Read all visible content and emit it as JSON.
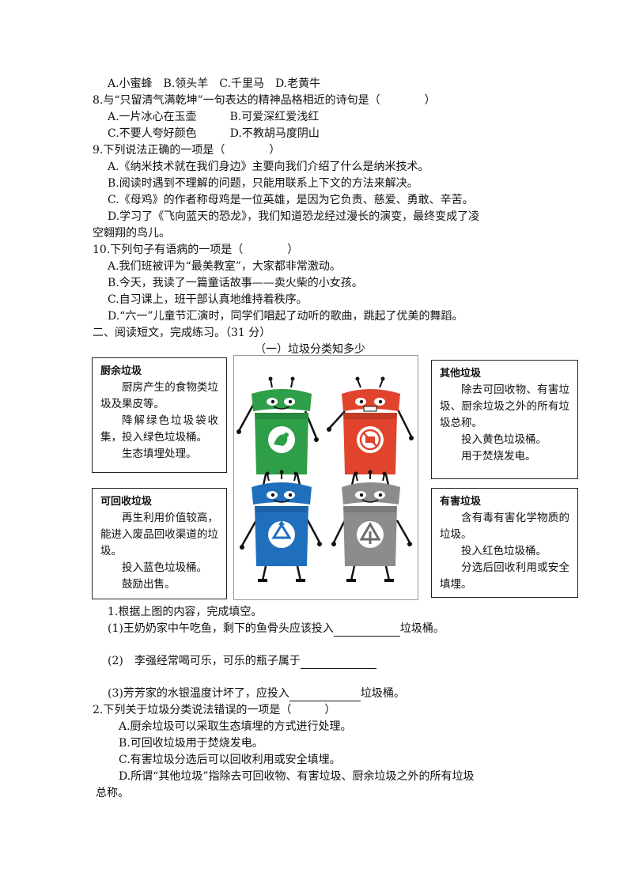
{
  "q7_options": "A.小蜜蜂　B.领头羊　C.千里马　D.老黄牛",
  "q8": {
    "stem": "8.与“只留清气满乾坤”一句表达的精神品格相近的诗句是（　　　　）",
    "options_row1": "A.一片冰心在玉壶　　　B.可爱深红爱浅红",
    "options_row2": "C.不要人夸好颜色　　　D.不教胡马度阴山"
  },
  "q9": {
    "stem": "9.下列说法正确的一项是（　　　　）",
    "a": "A.《纳米技术就在我们身边》主要向我们介绍了什么是纳米技术。",
    "b": "B.阅读时遇到不理解的问题，只能用联系上下文的方法来解决。",
    "c": "C.《母鸡》的作者称母鸡是一位英雄，是因为它负责、慈爱、勇敢、辛苦。",
    "d1": "D.学习了《飞向蓝天的恐龙》，我们知道恐龙经过漫长的演变，最终变成了凌",
    "d2": "空翱翔的鸟儿。"
  },
  "q10": {
    "stem": "10.下列句子有语病的一项是（　　　　）",
    "a": "A.我们班被评为“最美教室”，大家都非常激动。",
    "b": "B.今天，我读了一篇童话故事——卖火柴的小女孩。",
    "c": "C.自习课上，班干部认真地维持着秩序。",
    "d": "D.“六一”儿童节汇演时，同学们唱起了动听的歌曲，跳起了优美的舞蹈。"
  },
  "section2_title": "二、阅读短文，完成练习。（31 分）",
  "passage_title": "（一）垃圾分类知多少",
  "boxes": {
    "kitchen": {
      "title": "厨余垃圾",
      "lines": [
        "厨房产生的食物类垃圾及果皮等。",
        "降解绿色垃圾袋收集，投入绿色垃圾桶。",
        "生态填埋处理。"
      ]
    },
    "other": {
      "title": "其他垃圾",
      "lines": [
        "除去可回收物、有害垃圾、厨余垃圾之外的所有垃圾总称。",
        "投入黄色垃圾桶。",
        "用于焚烧发电。"
      ]
    },
    "recyclable": {
      "title": "可回收垃圾",
      "lines": [
        "再生利用价值较高，能进入废品回收渠道的垃圾。",
        "投入蓝色垃圾桶。",
        "鼓励出售。"
      ]
    },
    "hazardous": {
      "title": "有害垃圾",
      "lines": [
        "含有毒有害化学物质的垃圾。",
        "投入红色垃圾桶。",
        "分选后回收利用或安全填埋。"
      ]
    }
  },
  "bins": {
    "green": "#2e9e48",
    "red": "#e0442c",
    "blue": "#1f6fbd",
    "gray": "#8c8c8c",
    "icons": [
      "kitchen-waste-icon",
      "hazardous-waste-icon",
      "recycle-icon",
      "other-waste-icon"
    ]
  },
  "sub1": {
    "stem": "1.根据上图的内容，完成填空。",
    "p1_before": "(1)王奶奶家中午吃鱼，剩下的鱼骨头应该投入",
    "p1_after": "垃圾桶。",
    "p2_before": "(2)　李强经常喝可乐，可乐的瓶子属于",
    "p3_before": "(3)芳芳家的水银温度计坏了，应投入",
    "p3_after": "垃圾桶。"
  },
  "sub2": {
    "stem": "2.下列关于垃圾分类说法错误的一项是（　　　）",
    "a": "A.厨余垃圾可以采取生态填埋的方式进行处理。",
    "b": "B.可回收垃圾用于焚烧发电。",
    "c": "C.有害垃圾分选后可以回收利用或安全填埋。",
    "d1": "D.所谓“其他垃圾”指除去可回收物、有害垃圾、厨余垃圾之外的所有垃圾",
    "d2": "总称。"
  }
}
